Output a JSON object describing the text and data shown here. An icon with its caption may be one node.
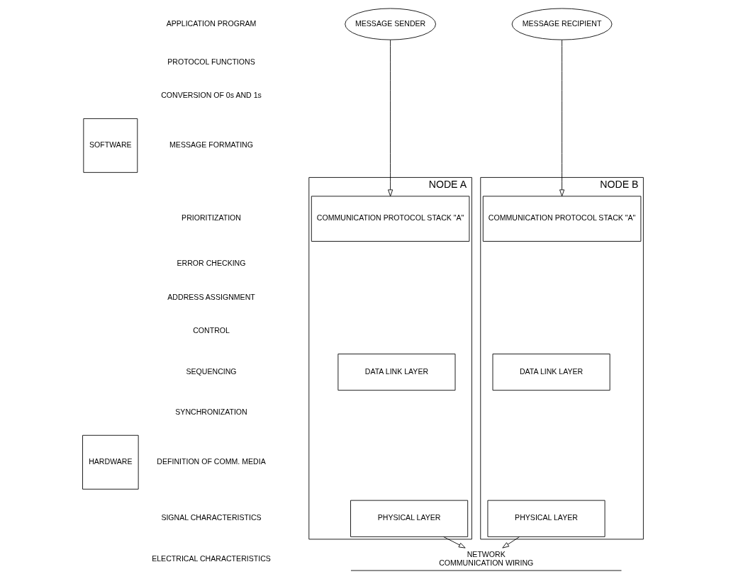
{
  "diagram": {
    "nodes": [
      {
        "text": [
          "SOFTWARE"
        ]
      },
      {
        "text": [
          "HARDWARE"
        ]
      },
      {
        "text": [
          "MESSAGE SENDER"
        ]
      },
      {
        "text": [
          "MESSAGE RECIPIENT"
        ]
      },
      {
        "text": [
          "NODE A"
        ]
      },
      {
        "text": [
          "COMMUNICATION PROTOCOL STACK \"A\""
        ],
        "in": 4
      },
      {
        "text": [
          "DATA LINK LAYER"
        ],
        "in": 4
      },
      {
        "text": [
          "PHYSICAL LAYER"
        ],
        "in": 4
      },
      {
        "text": [
          "NODE B"
        ]
      },
      {
        "text": [
          "COMMUNICATION PROTOCOL STACK \"A\""
        ],
        "in": 8
      },
      {
        "text": [
          "DATA LINK LAYER"
        ],
        "in": 8
      },
      {
        "text": [
          "PHYSICAL LAYER"
        ],
        "in": 8
      },
      {
        "text": [
          "NETWORK",
          "COMMUNICATION WIRING"
        ]
      }
    ],
    "edges": [
      {
        "from": 2,
        "to": 5,
        "arrow": "to"
      },
      {
        "from": 3,
        "to": 9,
        "arrow": "to"
      },
      {
        "from": 7,
        "to": 12,
        "arrow": "to"
      },
      {
        "from": 11,
        "to": 12,
        "arrow": "to"
      }
    ],
    "labels": [
      "APPLICATION PROGRAM",
      "PROTOCOL FUNCTIONS",
      "CONVERSION OF 0s AND 1s",
      "MESSAGE FORMATING",
      "PRIORITIZATION",
      "ERROR CHECKING",
      "ADDRESS ASSIGNMENT",
      "CONTROL",
      "SEQUENCING",
      "SYNCHRONIZATION",
      "DEFINITION OF COMM. MEDIA",
      "SIGNAL CHARACTERISTICS",
      "ELECTRICAL CHARACTERISTICS"
    ]
  }
}
